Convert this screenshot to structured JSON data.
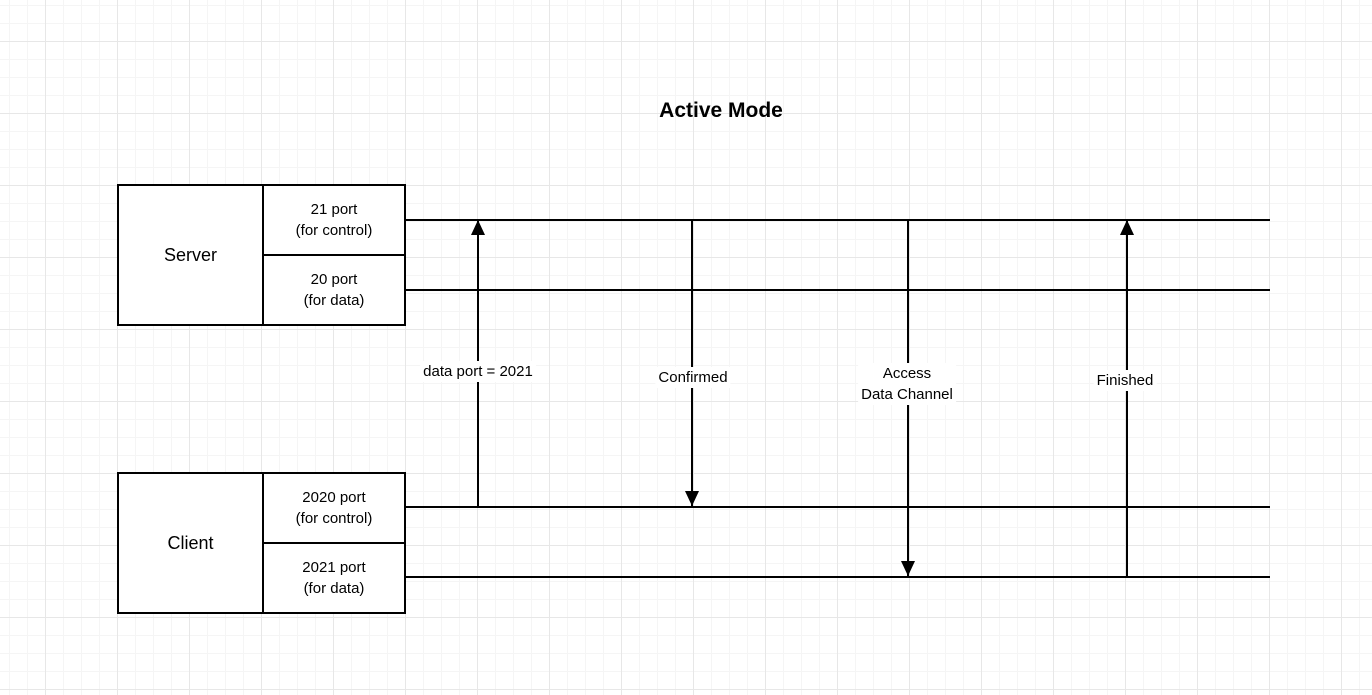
{
  "title": "Active Mode",
  "server": {
    "label": "Server",
    "ports": [
      {
        "line1": "21 port",
        "line2": "(for control)"
      },
      {
        "line1": "20 port",
        "line2": "(for data)"
      }
    ]
  },
  "client": {
    "label": "Client",
    "ports": [
      {
        "line1": "2020 port",
        "line2": "(for control)"
      },
      {
        "line1": "2021 port",
        "line2": "(for data)"
      }
    ]
  },
  "messages": [
    {
      "label": "data port = 2021",
      "direction": "up"
    },
    {
      "label": "Confirmed",
      "direction": "down"
    },
    {
      "label": "Access\nData Channel",
      "direction": "down"
    },
    {
      "label": "Finished",
      "direction": "up"
    }
  ],
  "colors": {
    "stroke": "#000000",
    "shape_fill": "#ffffff",
    "background": "#ffffff"
  }
}
